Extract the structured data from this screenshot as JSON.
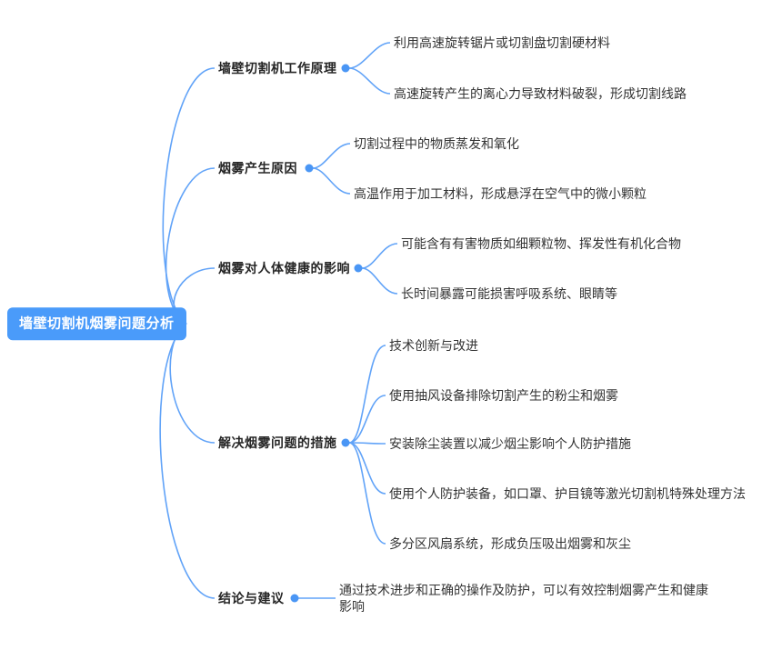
{
  "root": {
    "label": "墙壁切割机烟雾问题分析"
  },
  "branches": [
    {
      "label": "墙壁切割机工作原理",
      "children": [
        "利用高速旋转锯片或切割盘切割硬材料",
        "高速旋转产生的离心力导致材料破裂，形成切割线路"
      ]
    },
    {
      "label": "烟雾产生原因",
      "children": [
        "切割过程中的物质蒸发和氧化",
        "高温作用于加工材料，形成悬浮在空气中的微小颗粒"
      ]
    },
    {
      "label": "烟雾对人体健康的影响",
      "children": [
        "可能含有有害物质如细颗粒物、挥发性有机化合物",
        "长时间暴露可能损害呼吸系统、眼睛等"
      ]
    },
    {
      "label": "解决烟雾问题的措施",
      "children": [
        "技术创新与改进",
        "使用抽风设备排除切割产生的粉尘和烟雾",
        "安装除尘装置以减少烟尘影响个人防护措施",
        "使用个人防护装备，如口罩、护目镜等激光切割机特殊处理方法",
        "多分区风扇系统，形成负压吸出烟雾和灰尘"
      ]
    },
    {
      "label": "结论与建议",
      "children": [
        "通过技术进步和正确的操作及防护，可以有效控制烟雾产生和健康影响"
      ]
    }
  ],
  "colors": {
    "edge": "#61a3f8",
    "dot": "#4a96f5",
    "root_bg": "#4a9bfa",
    "root_text": "#ffffff"
  }
}
